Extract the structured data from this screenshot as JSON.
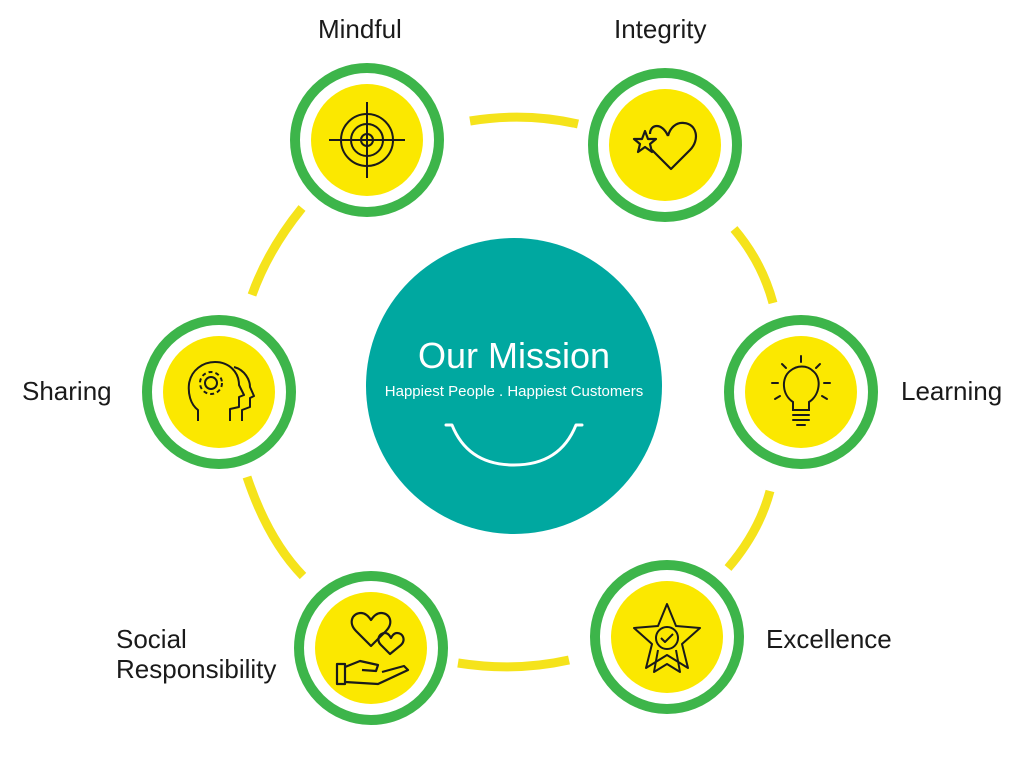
{
  "colors": {
    "ring_green": "#3db54a",
    "node_fill": "#fbe800",
    "connector_yellow": "#f5e31b",
    "center_teal": "#00a8a0",
    "icon_stroke": "#1a1a1a",
    "label_text": "#1a1a1a"
  },
  "center": {
    "title": "Our Mission",
    "subtitle": "Happiest People . Happiest Customers",
    "icon": "smile-curve-icon"
  },
  "values": [
    {
      "label": "Mindful",
      "icon": "target-icon"
    },
    {
      "label": "Integrity",
      "icon": "heart-star-icon"
    },
    {
      "label": "Learning",
      "icon": "lightbulb-icon"
    },
    {
      "label": "Excellence",
      "icon": "star-badge-icon"
    },
    {
      "label_line1": "Social",
      "label_line2": "Responsibility",
      "icon": "hand-hearts-icon"
    },
    {
      "label": "Sharing",
      "icon": "head-gear-icon"
    }
  ]
}
